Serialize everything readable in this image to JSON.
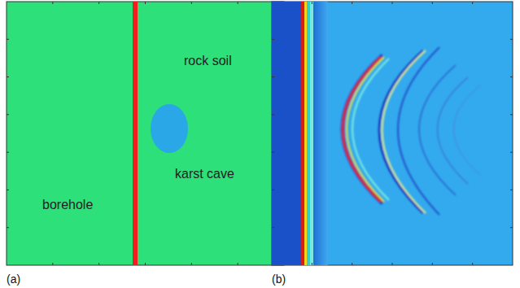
{
  "diagram": {
    "labels": [
      "rock soil",
      "karst cave",
      "borehole",
      "(a)",
      "(b)"
    ]
  }
}
